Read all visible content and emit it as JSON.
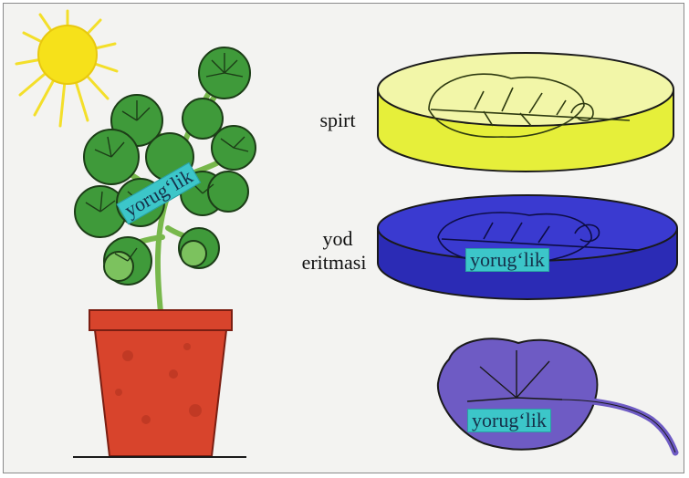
{
  "labels": {
    "spirt": "spirt",
    "yod_line1": "yod",
    "yod_line2": "eritmasi"
  },
  "tags": {
    "plant_leaf": "yorug‘lik",
    "iodine_dish": "yorug‘lik",
    "stained_leaf": "yorug‘lik"
  },
  "colors": {
    "sun": "#f6e11a",
    "leaf": "#3f9a3a",
    "pot": "#d8442c",
    "alcohol": "#e6ef3a",
    "iodine": "#2b2bb5",
    "stained_leaf": "#6e5bc4",
    "tag": "#3cc6c9"
  },
  "icons": [
    "sun-icon",
    "plant-icon",
    "pot-icon",
    "petri-dish-icon",
    "leaf-icon"
  ]
}
